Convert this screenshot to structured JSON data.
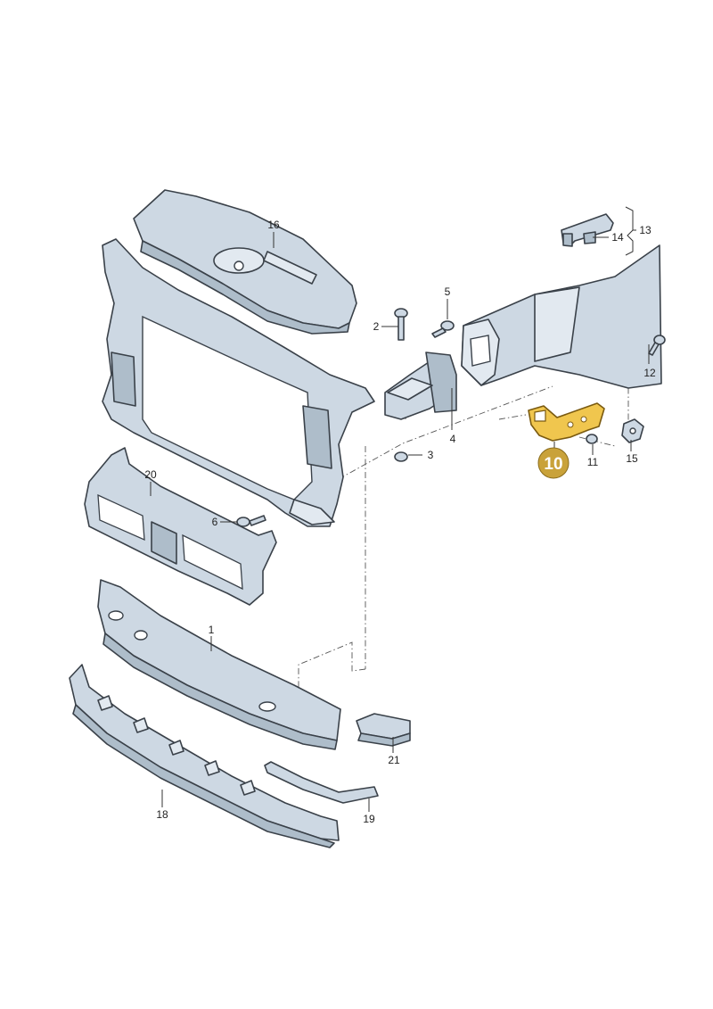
{
  "callouts": [
    {
      "id": "c1",
      "label": "1"
    },
    {
      "id": "c2",
      "label": "2"
    },
    {
      "id": "c3",
      "label": "3"
    },
    {
      "id": "c4",
      "label": "4"
    },
    {
      "id": "c5",
      "label": "5"
    },
    {
      "id": "c6",
      "label": "6"
    },
    {
      "id": "c11",
      "label": "11"
    },
    {
      "id": "c12",
      "label": "12"
    },
    {
      "id": "c13",
      "label": "13"
    },
    {
      "id": "c14",
      "label": "14"
    },
    {
      "id": "c15",
      "label": "15"
    },
    {
      "id": "c16",
      "label": "16"
    },
    {
      "id": "c18",
      "label": "18"
    },
    {
      "id": "c19",
      "label": "19"
    },
    {
      "id": "c20",
      "label": "20"
    },
    {
      "id": "c21",
      "label": "21"
    }
  ],
  "highlight": {
    "label": "10",
    "color": "#c9a23a"
  }
}
